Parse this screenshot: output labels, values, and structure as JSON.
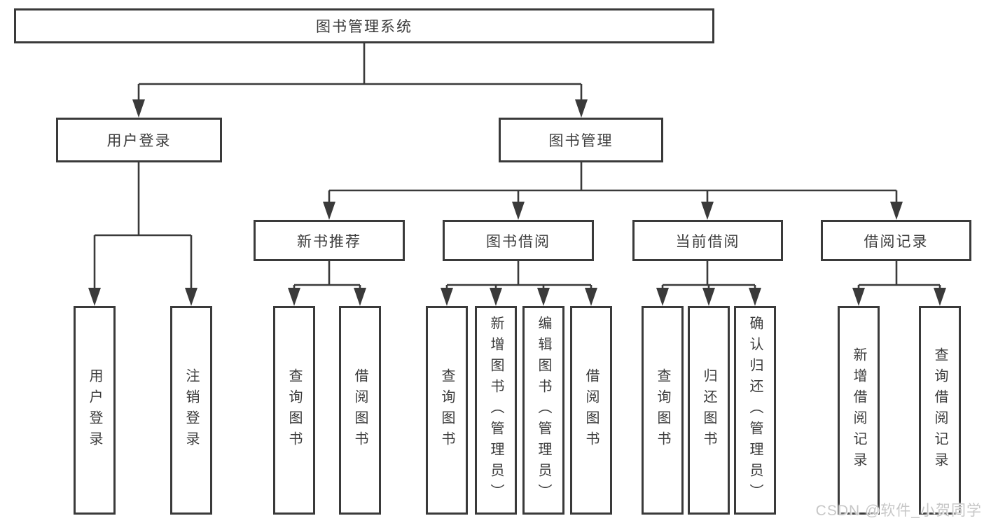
{
  "diagram": {
    "root": "图书管理系统",
    "l2": [
      "用户登录",
      "图书管理"
    ],
    "l3": [
      "新书推荐",
      "图书借阅",
      "当前借阅",
      "借阅记录"
    ],
    "leaves": {
      "userLogin": [
        "用户登录",
        "注销登录"
      ],
      "newBooks": [
        "查询图书",
        "借阅图书"
      ],
      "bookBorrow": [
        "查询图书",
        "新增图书（管理员）",
        "编辑图书（管理员）",
        "借阅图书"
      ],
      "currentBorrow": [
        "查询图书",
        "归还图书",
        "确认归还（管理员）"
      ],
      "borrowRecords": [
        "新增借阅记录",
        "查询借阅记录"
      ]
    }
  },
  "colors": {
    "line": "#3a3a3a",
    "text": "#3c3c3c",
    "watermark": "#c7c7c7"
  },
  "watermark": "CSDN @软件_小贺同学"
}
